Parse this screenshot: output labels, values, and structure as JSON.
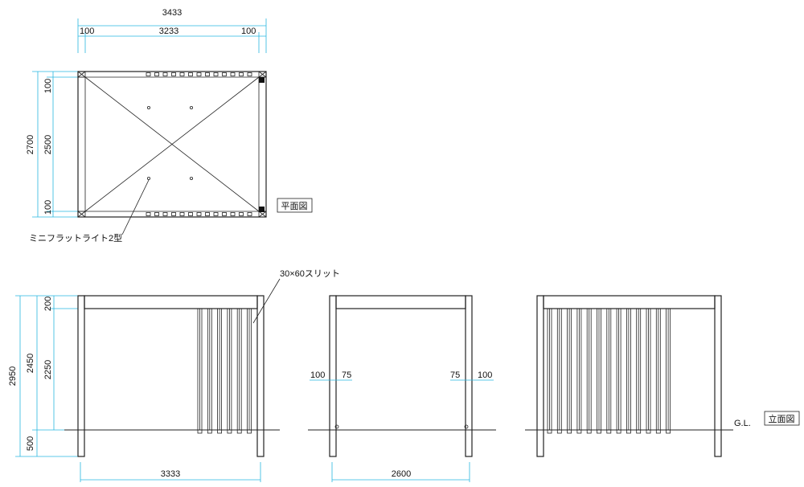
{
  "plan": {
    "overall_width": "3433",
    "side_left": "100",
    "mid_width": "3233",
    "side_right": "100",
    "overall_depth": "2700",
    "top_depth": "100",
    "mid_depth": "2500",
    "bottom_depth": "100",
    "title": "平面図",
    "light_label": "ミニフラットライト2型"
  },
  "elevation": {
    "slit_label": "30×60スリット",
    "total_height": "2950",
    "above_ground": "2450",
    "beam": "200",
    "clear_height": "2250",
    "embed": "500",
    "front_width": "3333",
    "side_width": "2600",
    "dim_100_left": "100",
    "dim_75_left": "75",
    "dim_75_right": "75",
    "dim_100_right": "100",
    "ground_label": "G.L.",
    "title": "立面図"
  }
}
